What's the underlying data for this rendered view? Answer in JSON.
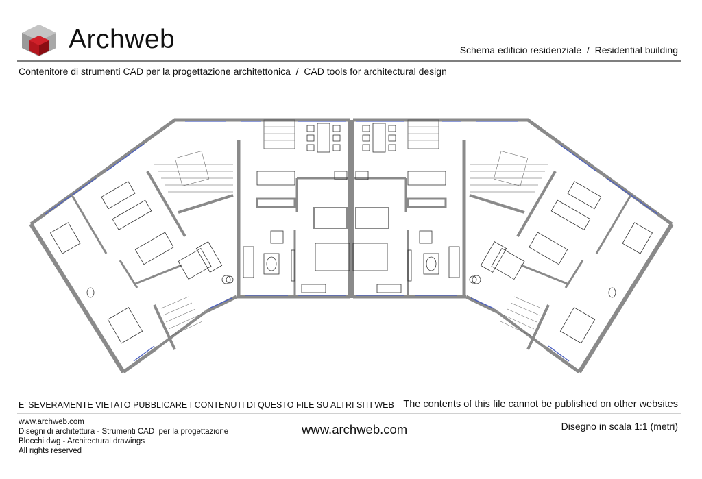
{
  "header": {
    "brand": "Archweb",
    "title_right": "Schema edificio residenziale  /  Residential building",
    "subtitle": "Contenitore di strumenti CAD per la progettazione architettonica  /  CAD tools for architectural design"
  },
  "logo": {
    "icon": "isometric-cube-icon",
    "colors": {
      "gray_light": "#b8b8b8",
      "gray_dark": "#8c8c8c",
      "red": "#c0141c",
      "red_dark": "#8a0d12"
    }
  },
  "drawing": {
    "type": "residential-floor-plan",
    "description": "Symmetric residential building plan with four apartments: two angled wings and two central units",
    "colors": {
      "wall": "#8a8a8a",
      "line": "#333333",
      "window": "#4a5fc1"
    }
  },
  "footer": {
    "warning_it": "E' SEVERAMENTE VIETATO PUBBLICARE I CONTENUTI DI QUESTO FILE SU ALTRI SITI WEB",
    "warning_en": "The contents of this file cannot be published on other websites",
    "left_lines": [
      "www.archweb.com",
      "Disegni di architettura - Strumenti CAD  per la progettazione",
      "Blocchi dwg - Architectural drawings",
      "All rights reserved"
    ],
    "center_url": "www.archweb.com",
    "scale": "Disegno in scala 1:1 (metri)"
  }
}
